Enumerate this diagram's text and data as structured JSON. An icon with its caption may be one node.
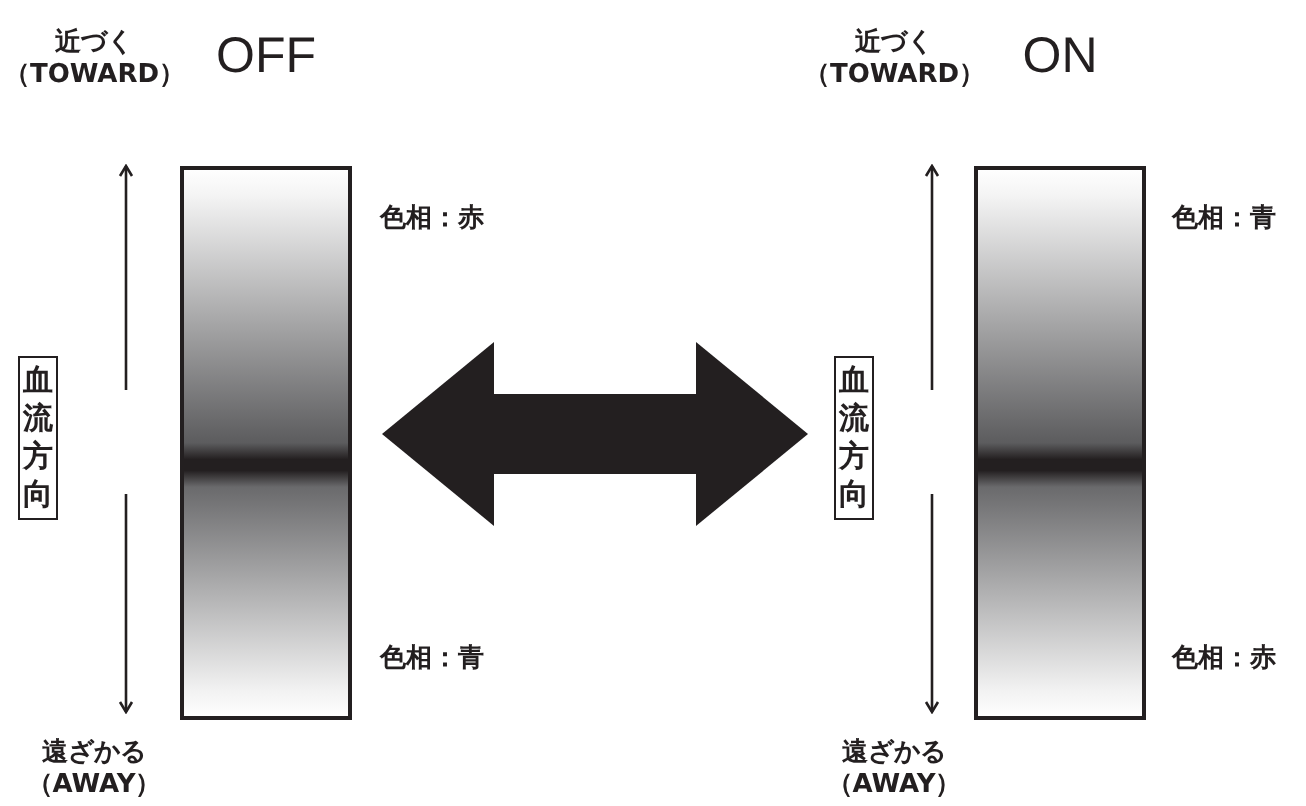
{
  "diagram": {
    "nodes": [
      {
        "text": [
          "血流方向"
        ]
      },
      {
        "text": [
          "OFF"
        ],
        "beside": [
          "色相：赤",
          "色相：青"
        ]
      },
      {
        "text": [
          "血流方向"
        ]
      },
      {
        "text": [
          "ON"
        ],
        "beside": [
          "色相：青",
          "色相：赤"
        ]
      }
    ],
    "edges": [
      {
        "from": 1,
        "to": 3,
        "arrow": "both"
      }
    ],
    "labels": [
      "近づく（TOWARD）",
      "近づく（TOWARD）",
      "遠ざかる（AWAY）",
      "遠ざかる（AWAY）"
    ]
  }
}
